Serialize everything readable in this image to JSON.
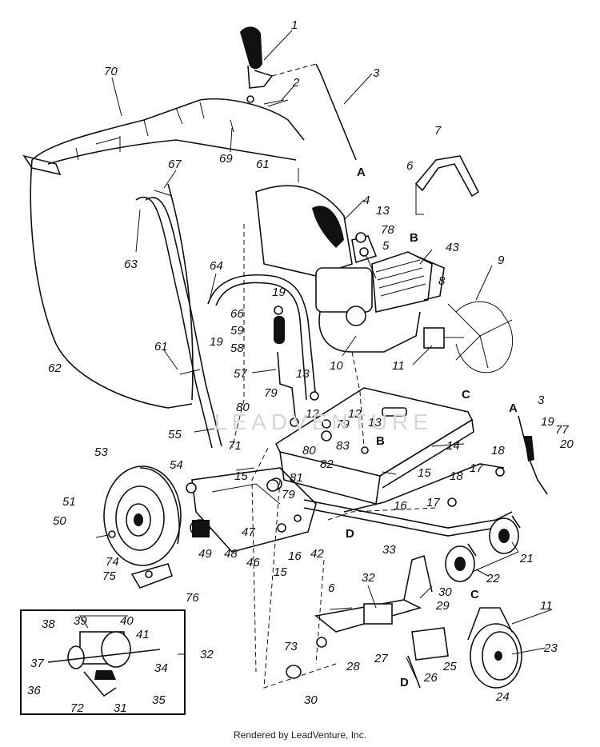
{
  "footer": {
    "text": "Rendered by LeadVenture, Inc."
  },
  "watermark": {
    "text": "LEADVENTURE"
  },
  "callouts": {
    "n1": "1",
    "n2": "2",
    "n3": "3",
    "n3b": "3",
    "n4": "4",
    "n5": "5",
    "n6": "6",
    "n6b": "6",
    "n7": "7",
    "n8": "8",
    "n9": "9",
    "n10": "10",
    "n11": "11",
    "n11b": "11",
    "n12": "12",
    "n12b": "12",
    "n13": "13",
    "n13b": "13",
    "n13c": "13",
    "n14": "14",
    "n15": "15",
    "n15b": "15",
    "n15c": "15",
    "n16": "16",
    "n16b": "16",
    "n17": "17",
    "n17b": "17",
    "n18": "18",
    "n18b": "18",
    "n19": "19",
    "n19b": "19",
    "n19c": "19",
    "n20": "20",
    "n21": "21",
    "n22": "22",
    "n23": "23",
    "n24": "24",
    "n25": "25",
    "n26": "26",
    "n27": "27",
    "n28": "28",
    "n29": "29",
    "n30": "30",
    "n30b": "30",
    "n31": "31",
    "n32": "32",
    "n32b": "32",
    "n33": "33",
    "n34": "34",
    "n35": "35",
    "n36": "36",
    "n37": "37",
    "n38": "38",
    "n39": "39",
    "n40": "40",
    "n41": "41",
    "n42": "42",
    "n43": "43",
    "n46": "46",
    "n47": "47",
    "n48": "48",
    "n49": "49",
    "n50": "50",
    "n51": "51",
    "n53": "53",
    "n54": "54",
    "n55": "55",
    "n57": "57",
    "n58": "58",
    "n59": "59",
    "n61": "61",
    "n61b": "61",
    "n62": "62",
    "n63": "63",
    "n64": "64",
    "n66": "66",
    "n67": "67",
    "n69": "69",
    "n70": "70",
    "n71": "71",
    "n72": "72",
    "n73": "73",
    "n74": "74",
    "n75": "75",
    "n76": "76",
    "n77": "77",
    "n78": "78",
    "n79": "79",
    "n79b": "79",
    "n79c": "79",
    "n80": "80",
    "n80b": "80",
    "n81": "81",
    "n82": "82",
    "n83": "83"
  },
  "letters": {
    "a1": "A",
    "a2": "A",
    "b1": "B",
    "b2": "B",
    "c1": "C",
    "c2": "C",
    "d1": "D",
    "d2": "D"
  }
}
